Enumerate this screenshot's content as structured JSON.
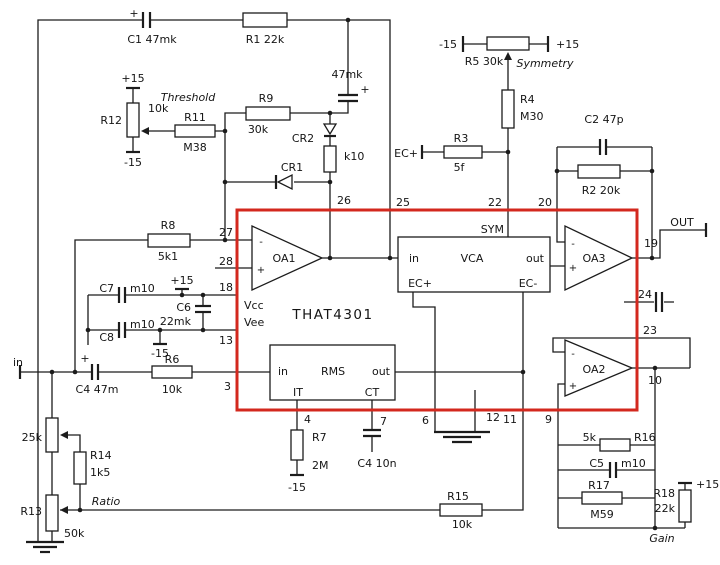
{
  "ic": {
    "part_number": "THAT4301",
    "outline_color": "#d3281e",
    "blocks": {
      "oa1": "OA1",
      "oa2": "OA2",
      "oa3": "OA3",
      "vca": "VCA",
      "rms": "RMS"
    },
    "block_pins": {
      "vcc": "Vcc",
      "vee": "Vee",
      "sym": "SYM",
      "vca_in": "in",
      "vca_out": "out",
      "ec_plus": "EC+",
      "ec_minus": "EC-",
      "rms_in": "in",
      "rms_out": "out",
      "it": "IT",
      "ct": "CT"
    },
    "pins": {
      "p3": "3",
      "p4": "4",
      "p6": "6",
      "p7": "7",
      "p9": "9",
      "p10": "10",
      "p11": "11",
      "p12": "12",
      "p13": "13",
      "p18": "18",
      "p19": "19",
      "p20": "20",
      "p22": "22",
      "p23": "23",
      "p24": "24",
      "p25": "25",
      "p26": "26",
      "p27": "27",
      "p28": "28"
    },
    "opamp_plus": "+",
    "opamp_minus": "-"
  },
  "components": {
    "c1": {
      "label": "C1 47mk"
    },
    "r1": {
      "label": "R1 22k"
    },
    "c_feedback": {
      "label": "47mk"
    },
    "r12": {
      "name": "R12",
      "value": "10k"
    },
    "r11": {
      "name": "R11",
      "value": "M38"
    },
    "r9": {
      "name": "R9",
      "value": "30k"
    },
    "cr2": {
      "name": "CR2"
    },
    "rk10": {
      "value": "k10"
    },
    "cr1": {
      "name": "CR1"
    },
    "r8": {
      "name": "R8",
      "value": "5k1"
    },
    "c7": {
      "name": "C7",
      "value": "m10"
    },
    "c8": {
      "name": "C8",
      "value": "m10"
    },
    "c6": {
      "name": "C6",
      "value": "22mk"
    },
    "c4_input": {
      "label": "C4 47m"
    },
    "r6": {
      "name": "R6",
      "value": "10k"
    },
    "r7": {
      "name": "R7",
      "value": "2M"
    },
    "c4_ct": {
      "label": "C4 10n"
    },
    "r5": {
      "label": "R5 30k"
    },
    "r4": {
      "name": "R4",
      "value": "M30"
    },
    "r3": {
      "name": "R3",
      "value": "5f"
    },
    "c2": {
      "label": "C2 47p"
    },
    "r2": {
      "label": "R2 20k"
    },
    "r15": {
      "name": "R15",
      "value": "10k"
    },
    "r16": {
      "name": "R16",
      "value": "5k"
    },
    "c5": {
      "name": "C5",
      "value": "m10"
    },
    "r17": {
      "name": "R17",
      "value": "M59"
    },
    "r18": {
      "name": "R18",
      "value": "22k"
    },
    "r14": {
      "name": "R14",
      "value": "1k5"
    },
    "pot25k": {
      "value": "25k"
    },
    "r13": {
      "name": "R13",
      "value": "50k"
    }
  },
  "lab": {
    "threshold": "Threshold",
    "symmetry": "Symmetry",
    "ratio": "Ratio",
    "gain": "Gain",
    "input": "in",
    "output": "OUT",
    "ec_plus_external": "EC+",
    "plus15": "+15",
    "minus15": "-15",
    "polarity_plus": "+"
  }
}
